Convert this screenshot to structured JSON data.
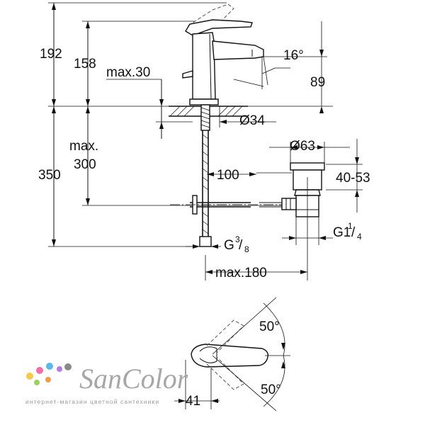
{
  "dimensions": {
    "height_total": "192",
    "height_spout": "158",
    "max_deck": "max.30",
    "angle_spout": "16°",
    "spout_clearance": "89",
    "hole_diameter": "Ø34",
    "max_label": "max.",
    "max_value": "300",
    "height_350": "350",
    "drain_diameter": "Ø63",
    "reach_100": "100",
    "drain_range": "40-53",
    "drain_thread_main": "G1",
    "drain_thread_num": "1",
    "drain_thread_den": "4",
    "supply_thread_main": "G",
    "supply_thread_num": "3",
    "supply_thread_den": "8",
    "max_180": "max.180",
    "lever_angle_top": "50°",
    "lever_angle_bottom": "50°",
    "lever_offset": "41"
  },
  "logo": {
    "name": "SanColor",
    "tagline": "интернет-магазин цветной сантехники",
    "dot_colors": [
      "#f7c948",
      "#ef6fa6",
      "#5bb8e8",
      "#9ad25a",
      "#b57de0",
      "#f29b4a",
      "#8a8a8a"
    ]
  }
}
